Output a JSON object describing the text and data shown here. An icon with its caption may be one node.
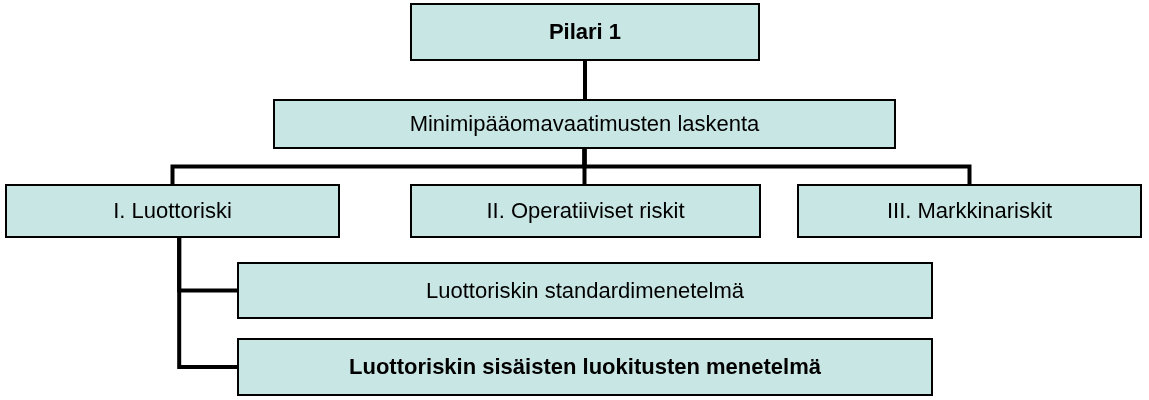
{
  "diagram": {
    "nodes": [
      {
        "text": [
          "Pilari 1"
        ]
      },
      {
        "text": [
          "Minimipääomavaatimusten laskenta"
        ]
      },
      {
        "text": [
          "I. Luottoriski"
        ]
      },
      {
        "text": [
          "II. Operatiiviset riskit"
        ]
      },
      {
        "text": [
          "III. Markkinariskit"
        ]
      },
      {
        "text": [
          "Luottoriskin standardimenetelmä"
        ]
      },
      {
        "text": [
          "Luottoriskin sisäisten luokitusten menetelmä"
        ]
      }
    ],
    "edges": [
      {
        "from": 0,
        "to": 1,
        "arrow": "none"
      },
      {
        "from": 1,
        "to": 2,
        "arrow": "none"
      },
      {
        "from": 1,
        "to": 3,
        "arrow": "none"
      },
      {
        "from": 1,
        "to": 4,
        "arrow": "none"
      },
      {
        "from": 2,
        "to": 5,
        "arrow": "none"
      },
      {
        "from": 2,
        "to": 6,
        "arrow": "none"
      }
    ]
  }
}
